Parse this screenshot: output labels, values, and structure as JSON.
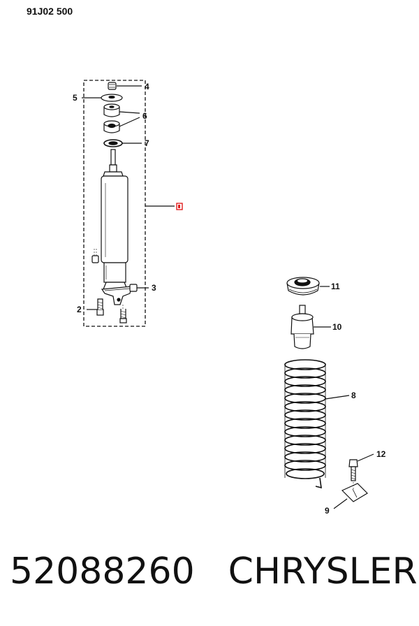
{
  "header": {
    "code": "91J02 500"
  },
  "callouts": {
    "c2": "2",
    "c3": "3",
    "c4": "4",
    "c5": "5",
    "c6": "6",
    "c7": "7",
    "c8": "8",
    "c9": "9",
    "c10": "10",
    "c11": "11",
    "c12": "12"
  },
  "footer": {
    "part_number": "52088260",
    "brand": "CHRYSLER"
  },
  "colors": {
    "ink": "#111111",
    "highlight": "#e02020"
  }
}
